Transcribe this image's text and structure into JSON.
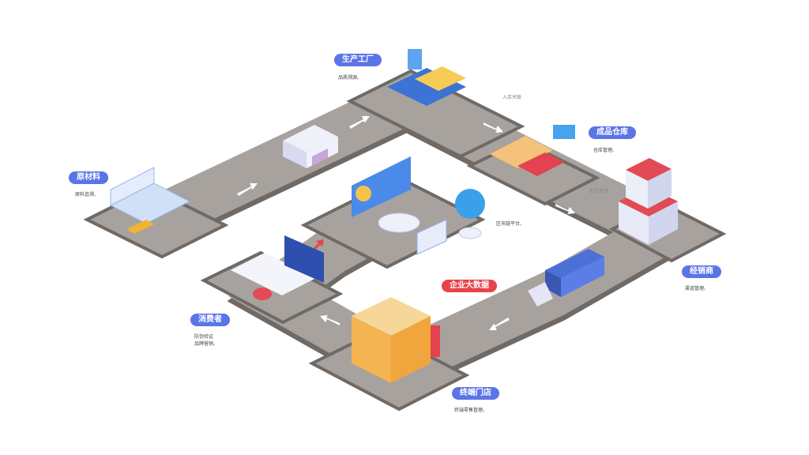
{
  "nodes": {
    "raw_material": {
      "label": "原材料",
      "note": "原料追溯"
    },
    "factory": {
      "label": "生产工厂",
      "note": "品质溯源"
    },
    "warehouse": {
      "label": "成品仓库",
      "note": "仓库管理"
    },
    "distributor": {
      "label": "经销商",
      "note": "渠道管理"
    },
    "store": {
      "label": "终端门店",
      "note": "终端零售管理"
    },
    "consumer": {
      "label": "消费者",
      "note_line1": "防伪验证",
      "note_line2": "品牌营销"
    },
    "big_data": {
      "label": "企业大数据"
    },
    "blockchain": {
      "note": "区块链平台"
    }
  },
  "path_labels": {
    "inbound": "入库关联",
    "delivery": "配送发货"
  },
  "colors": {
    "pill": "#5b74e6",
    "pill_highlight": "#e8434a",
    "platform": "#a7a29d",
    "platform_edge": "#6f6a66"
  }
}
